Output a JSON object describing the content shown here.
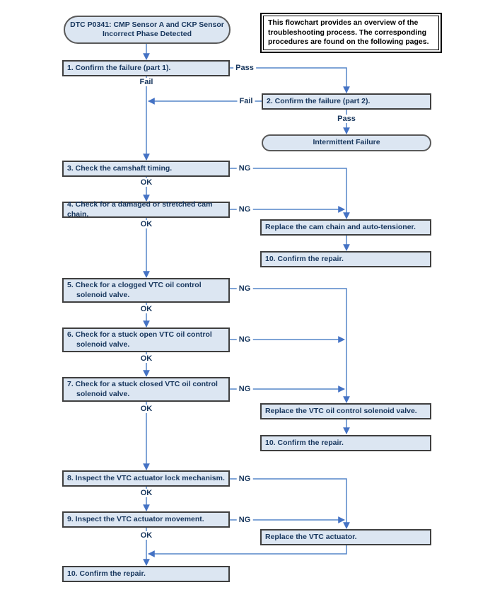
{
  "flowchart": {
    "nodes": {
      "start": "DTC P0341: CMP Sensor A and CKP Sensor Incorrect Phase Detected",
      "note": "This flowchart provides an overview of the troubleshooting process. The corresponding procedures are found on the following pages.",
      "step1": "1. Confirm the failure (part 1).",
      "step2": "2. Confirm the failure (part 2).",
      "intermittent": "Intermittent Failure",
      "step3": "3. Check the camshaft timing.",
      "step4": "4. Check for a damaged or stretched cam chain.",
      "replace_cam_chain": "Replace the cam chain and auto-tensioner.",
      "step5": "5. Check for a clogged VTC oil control solenoid valve.",
      "step6": "6. Check for a stuck open VTC oil control solenoid valve.",
      "step7": "7. Check for a stuck closed VTC oil control solenoid valve.",
      "replace_solenoid": "Replace the VTC oil control solenoid valve.",
      "step8": "8. Inspect the VTC actuator lock mechanism.",
      "step9": "9. Inspect the VTC actuator movement.",
      "replace_actuator": "Replace the VTC actuator.",
      "confirm_repair": "10. Confirm the repair."
    },
    "labels": {
      "pass": "Pass",
      "fail": "Fail",
      "ok": "OK",
      "ng": "NG"
    },
    "colors": {
      "node_fill": "#dce6f2",
      "node_border": "#3f3f3f",
      "line": "#5585c8",
      "arrow": "#4472c4",
      "text": "#17365d"
    }
  }
}
